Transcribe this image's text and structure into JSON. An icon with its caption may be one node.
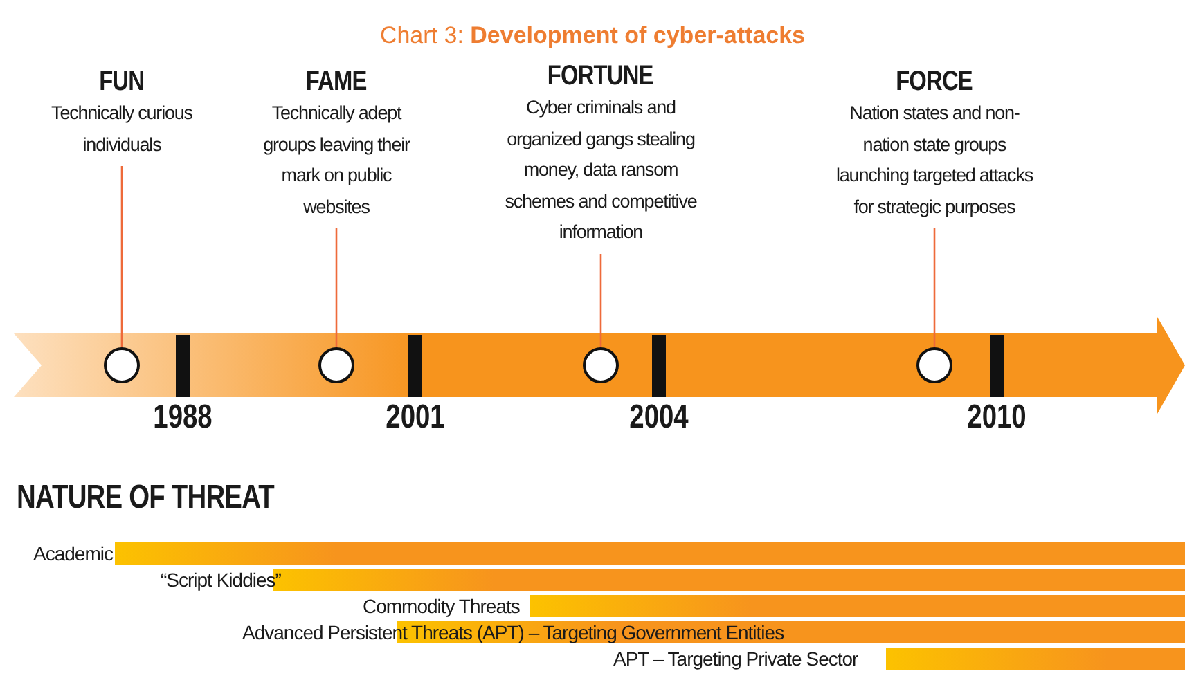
{
  "diagram": {
    "title": "Chart 3: **Development of cyber-attacks**",
    "nodes": [
      {
        "text": [
          "FUN",
          "Technically curious individuals"
        ]
      },
      {
        "text": [
          "FAME",
          "Technically adept groups leaving their mark on public websites"
        ]
      },
      {
        "text": [
          "FORTUNE",
          "Cyber criminals and organized gangs stealing money, data ransom schemes and competitive information"
        ]
      },
      {
        "text": [
          "FORCE",
          "Nation states and non-nation state groups launching targeted attacks for strategic purposes"
        ]
      },
      {
        "text": [],
        "shape": "circle"
      },
      {
        "text": [],
        "shape": "circle"
      },
      {
        "text": [],
        "shape": "circle"
      },
      {
        "text": [],
        "shape": "circle"
      },
      {
        "text": [],
        "shape": "bar"
      },
      {
        "text": [],
        "shape": "bar"
      },
      {
        "text": [],
        "shape": "bar"
      },
      {
        "text": [],
        "shape": "bar"
      },
      {
        "text": [],
        "shape": "bar"
      }
    ],
    "edges": [
      {
        "from": 0,
        "to": 4,
        "arrow": "none"
      },
      {
        "from": 1,
        "to": 5,
        "arrow": "none"
      },
      {
        "from": 2,
        "to": 6,
        "arrow": "none"
      },
      {
        "from": 3,
        "to": 7,
        "arrow": "none"
      }
    ],
    "labels": [
      "1988",
      "2001",
      "2004",
      "2010",
      "NATURE OF THREAT",
      "Academic",
      "“Script Kiddies”",
      "Commodity Threats",
      "Advanced Persistent Threats (APT) – Targeting Government Entities",
      "APT – Targeting Private Sector"
    ]
  }
}
